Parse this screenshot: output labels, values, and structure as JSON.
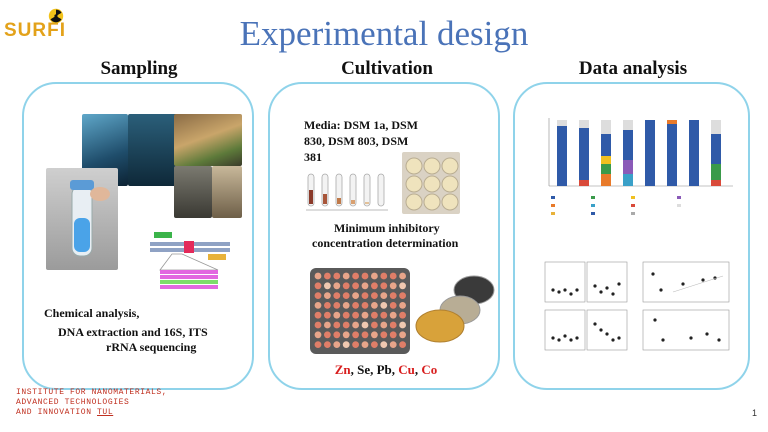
{
  "logo": {
    "text": "SURFI"
  },
  "title": "Experimental design",
  "columns": {
    "sampling": "Sampling",
    "cultivation": "Cultivation",
    "analysis": "Data analysis"
  },
  "sampling": {
    "line1": "Chemical analysis,",
    "line2": "DNA extraction and 16S, ITS",
    "line3": "rRNA sequencing"
  },
  "cultivation": {
    "media_line1": "Media: DSM 1a, DSM",
    "media_line2": "830, DSM 803, DSM",
    "media_line3": "381",
    "mic_line1": "Minimum inhibitory",
    "mic_line2": "concentration determination",
    "metals": [
      {
        "name": "Zn",
        "color": "#d81e1e"
      },
      {
        "name": "Se",
        "color": "#111111"
      },
      {
        "name": "Pb",
        "color": "#111111"
      },
      {
        "name": "Cu",
        "color": "#d81e1e"
      },
      {
        "name": "Co",
        "color": "#d81e1e"
      }
    ]
  },
  "footer": {
    "line1": "INSTITUTE FOR NANOMATERIALS,",
    "line2": "ADVANCED TECHNOLOGIES",
    "line3_prefix": "AND INNOVATION ",
    "line3_ul": "TUL"
  },
  "page_number": "1"
}
